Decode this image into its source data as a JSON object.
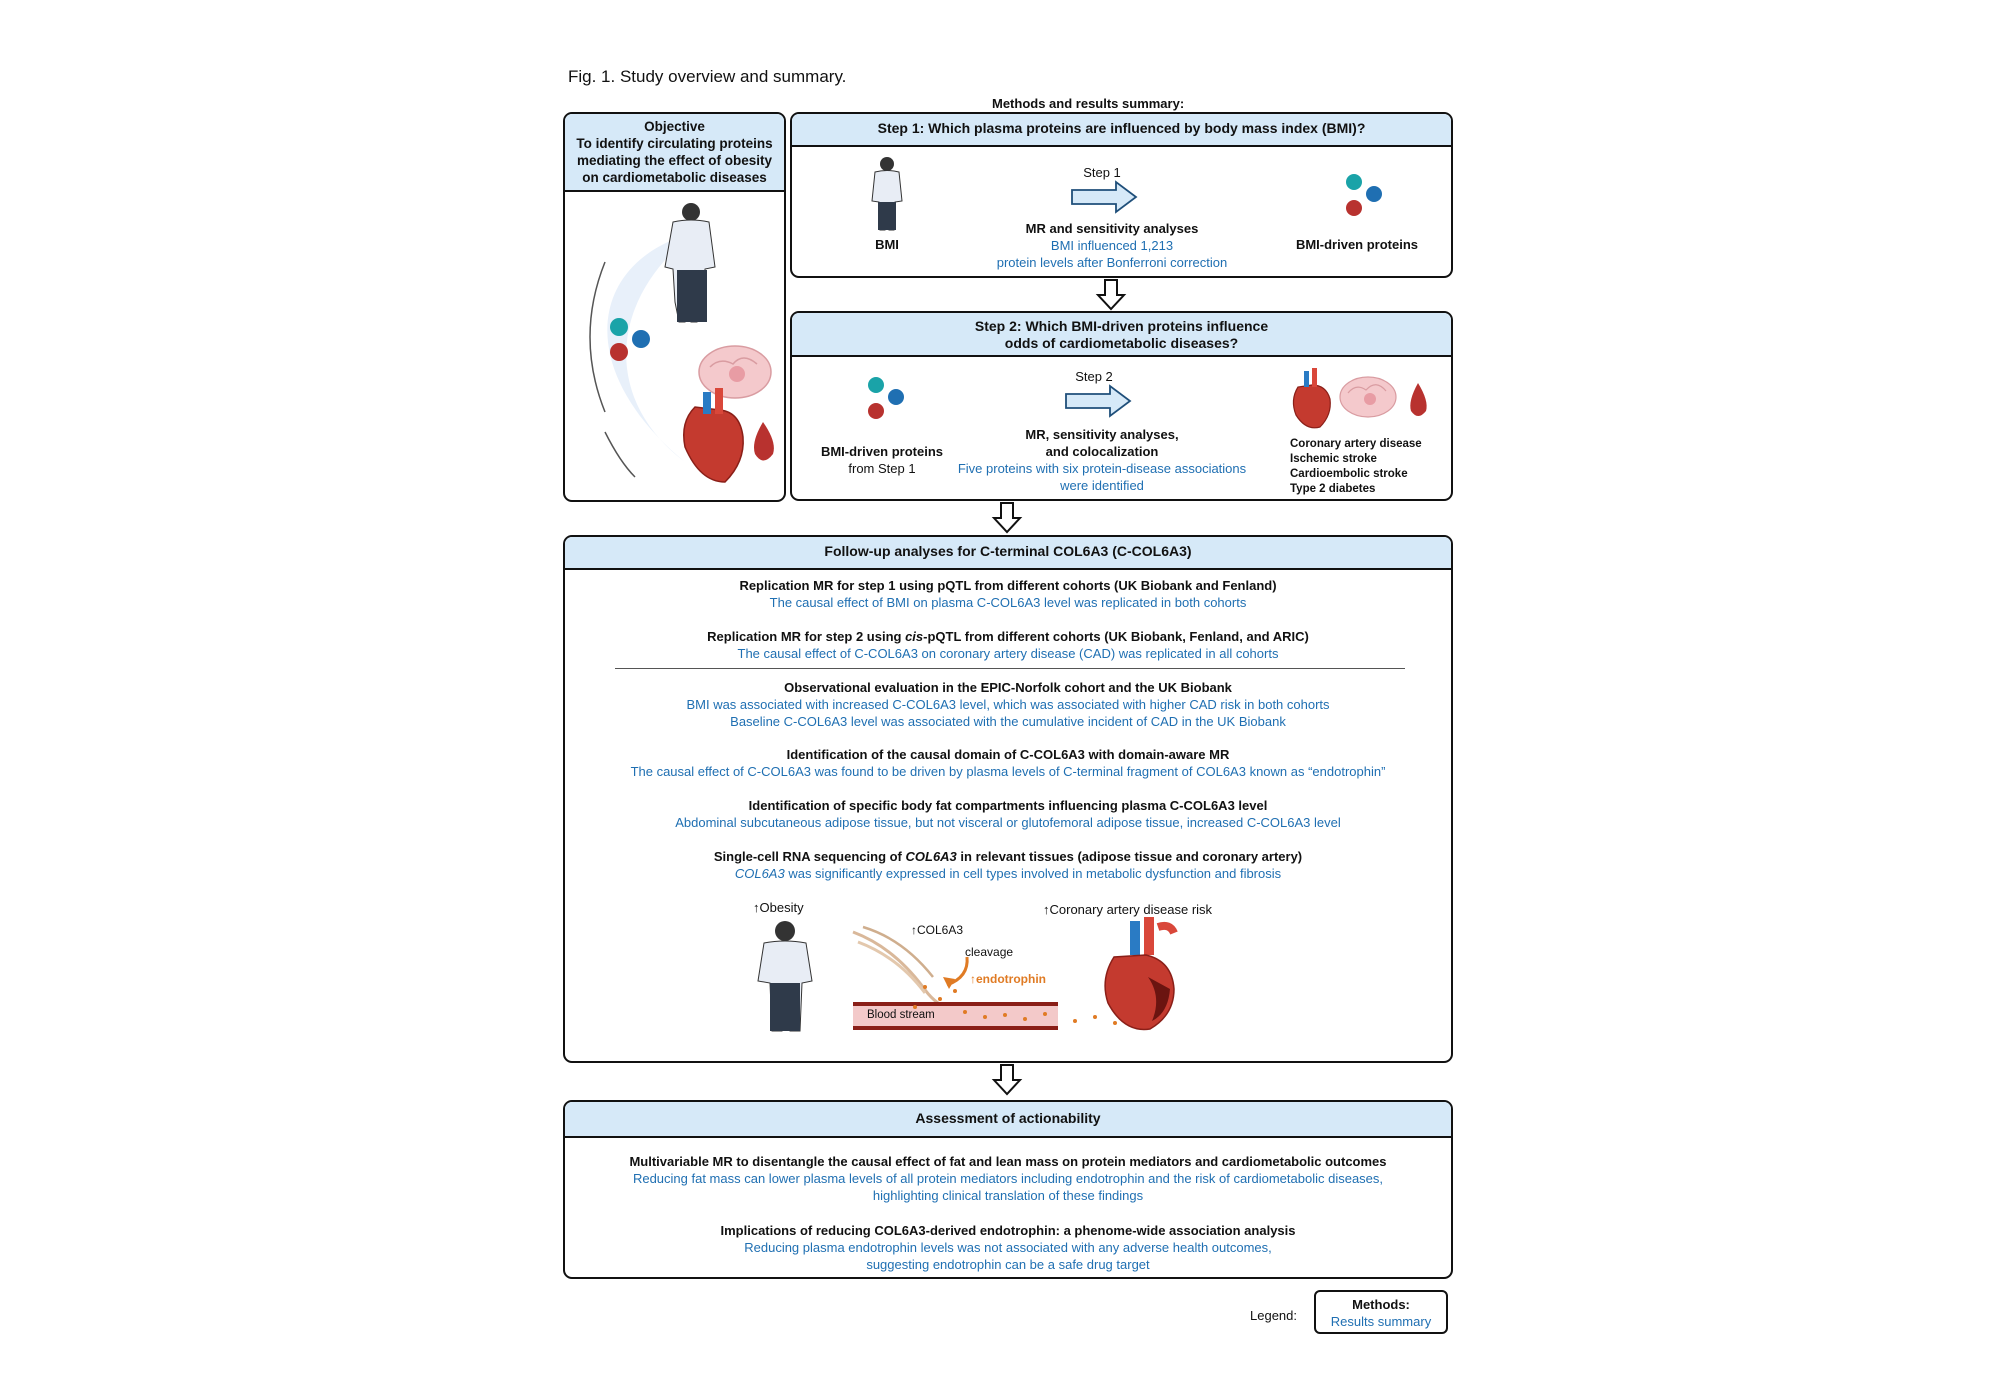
{
  "figure_title": "Fig. 1. Study overview and summary.",
  "methods_header": "Methods and results summary:",
  "objective": {
    "title": "Objective",
    "text_lines": [
      "To identify circulating proteins",
      "mediating the effect of obesity",
      "on cardiometabolic diseases"
    ]
  },
  "step1": {
    "header": "Step 1: Which plasma proteins are influenced by body mass index (BMI)?",
    "left_label": "BMI",
    "arrow_label": "Step 1",
    "method": "MR and sensitivity analyses",
    "result_lines": [
      "BMI influenced 1,213",
      "protein levels after Bonferroni correction"
    ],
    "right_label": "BMI-driven proteins"
  },
  "step2": {
    "header_lines": [
      "Step 2: Which BMI-driven proteins influence",
      "odds of cardiometabolic diseases?"
    ],
    "left_label_lines": [
      "BMI-driven proteins",
      "from Step 1"
    ],
    "arrow_label": "Step 2",
    "method_lines": [
      "MR, sensitivity analyses,",
      "and colocalization"
    ],
    "result_lines": [
      "Five proteins with six protein-disease associations",
      "were identified"
    ],
    "diseases": [
      "Coronary artery disease",
      "Ischemic stroke",
      "Cardioembolic stroke",
      "Type 2 diabetes"
    ]
  },
  "followup": {
    "header": "Follow-up analyses for C-terminal COL6A3 (C-COL6A3)",
    "items": [
      {
        "method": "Replication MR for step 1 using pQTL from different cohorts (UK Biobank and Fenland)",
        "results": [
          "The causal effect of BMI on plasma C-COL6A3 level was replicated in both cohorts"
        ]
      },
      {
        "method_pre": "Replication MR for step 2 using ",
        "method_italic": "cis",
        "method_post": "-pQTL from different cohorts (UK Biobank, Fenland, and ARIC)",
        "results": [
          "The causal effect of C-COL6A3 on coronary artery disease (CAD) was replicated in all cohorts"
        ]
      },
      {
        "method": "Observational evaluation in the EPIC-Norfolk cohort and the UK Biobank",
        "results": [
          "BMI was associated with increased C-COL6A3 level, which was associated with higher CAD risk in both cohorts",
          "Baseline C-COL6A3 level was associated with the cumulative incident of CAD in the UK Biobank"
        ]
      },
      {
        "method": "Identification of the causal domain of C-COL6A3 with domain-aware MR",
        "results": [
          "The causal effect of C-COL6A3 was found to be driven by plasma levels of C-terminal fragment of COL6A3 known as “endotrophin”"
        ]
      },
      {
        "method": "Identification of specific body fat compartments influencing plasma C-COL6A3 level",
        "results": [
          "Abdominal subcutaneous adipose tissue, but not visceral or glutofemoral adipose tissue, increased C-COL6A3 level"
        ]
      },
      {
        "method_pre": "Single-cell RNA sequencing of ",
        "method_italic": "COL6A3",
        "method_post": " in relevant tissues (adipose tissue and coronary artery)",
        "result_italic": "COL6A3",
        "result_post": " was significantly expressed in cell types involved in metabolic dysfunction and fibrosis"
      }
    ],
    "illustration": {
      "obesity": "↑Obesity",
      "cad_risk": "↑Coronary artery disease risk",
      "col6a3": "↑COL6A3",
      "cleavage": "cleavage",
      "endotrophin": "↑endotrophin",
      "blood_stream": "Blood stream"
    }
  },
  "actionability": {
    "header": "Assessment of actionability",
    "items": [
      {
        "method": "Multivariable MR to disentangle the causal effect of fat and lean mass on protein mediators and cardiometabolic outcomes",
        "results": [
          "Reducing fat mass can lower plasma levels of all protein mediators including endotrophin and the risk of cardiometabolic diseases,",
          "highlighting clinical translation of these findings"
        ]
      },
      {
        "method": "Implications of reducing COL6A3-derived endotrophin: a phenome-wide association analysis",
        "results": [
          "Reducing plasma endotrophin levels was not associated with any adverse health outcomes,",
          "suggesting endotrophin can be a safe drug target"
        ]
      }
    ]
  },
  "legend": {
    "label": "Legend:",
    "methods": "Methods:",
    "results": "Results summary"
  },
  "colors": {
    "header_fill": "#d6e9f8",
    "result_text": "#1f6fb2",
    "protein_teal": "#1aa3a8",
    "protein_blue": "#1f6fb2",
    "protein_red": "#b8322f",
    "endotrophin_orange": "#e07b24"
  }
}
